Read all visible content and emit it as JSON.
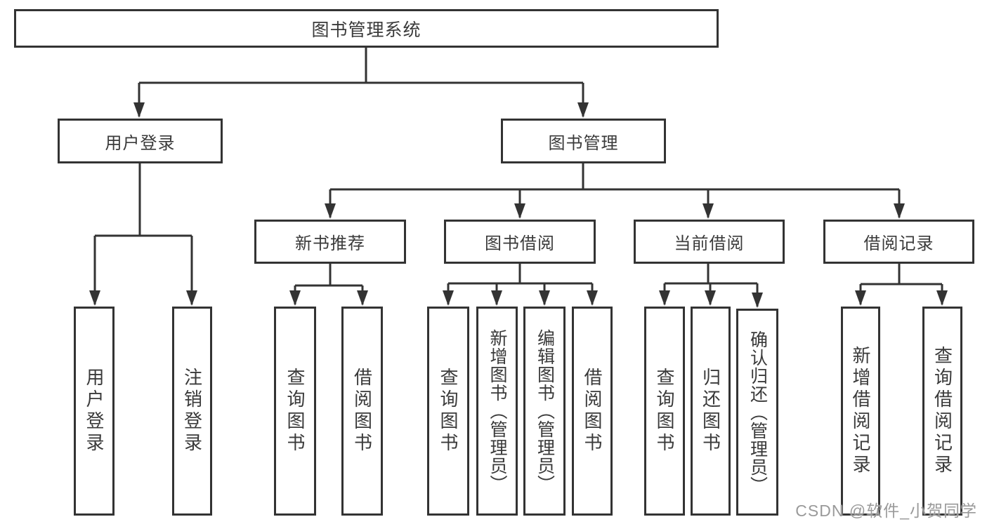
{
  "diagram": {
    "title": "图书管理系统",
    "watermark": "CSDN @软件_小贺同学",
    "colors": {
      "line": "#333333",
      "box_border": "#333333",
      "text": "#3a3a3a",
      "background": "#ffffff",
      "watermark_text": "#9a9a9a"
    },
    "nodes": {
      "root": {
        "label": "图书管理系统"
      },
      "user_login": {
        "label": "用户登录"
      },
      "book_mgmt": {
        "label": "图书管理"
      },
      "new_book_rec": {
        "label": "新书推荐"
      },
      "book_borrow": {
        "label": "图书借阅"
      },
      "current_borrow": {
        "label": "当前借阅"
      },
      "borrow_record": {
        "label": "借阅记录"
      },
      "leaf_user_login": {
        "label": "用户登录"
      },
      "leaf_logout": {
        "label": "注销登录"
      },
      "leaf_query_book_a": {
        "label": "查询图书"
      },
      "leaf_borrow_book_a": {
        "label": "借阅图书"
      },
      "leaf_query_book_b": {
        "label": "查询图书"
      },
      "leaf_add_book": {
        "label": "新增图书（管理员）"
      },
      "leaf_edit_book": {
        "label": "编辑图书（管理员）"
      },
      "leaf_borrow_book_b": {
        "label": "借阅图书"
      },
      "leaf_query_book_c": {
        "label": "查询图书"
      },
      "leaf_return_book": {
        "label": "归还图书"
      },
      "leaf_confirm_return": {
        "label": "确认归还（管理员）"
      },
      "leaf_add_record": {
        "label": "新增借阅记录"
      },
      "leaf_query_record": {
        "label": "查询借阅记录"
      }
    },
    "hierarchy": [
      {
        "parent": "图书管理系统",
        "children": [
          "用户登录",
          "图书管理"
        ]
      },
      {
        "parent": "用户登录",
        "children": [
          "用户登录",
          "注销登录"
        ]
      },
      {
        "parent": "图书管理",
        "children": [
          "新书推荐",
          "图书借阅",
          "当前借阅",
          "借阅记录"
        ]
      },
      {
        "parent": "新书推荐",
        "children": [
          "查询图书",
          "借阅图书"
        ]
      },
      {
        "parent": "图书借阅",
        "children": [
          "查询图书",
          "新增图书（管理员）",
          "编辑图书（管理员）",
          "借阅图书"
        ]
      },
      {
        "parent": "当前借阅",
        "children": [
          "查询图书",
          "归还图书",
          "确认归还（管理员）"
        ]
      },
      {
        "parent": "借阅记录",
        "children": [
          "新增借阅记录",
          "查询借阅记录"
        ]
      }
    ]
  }
}
